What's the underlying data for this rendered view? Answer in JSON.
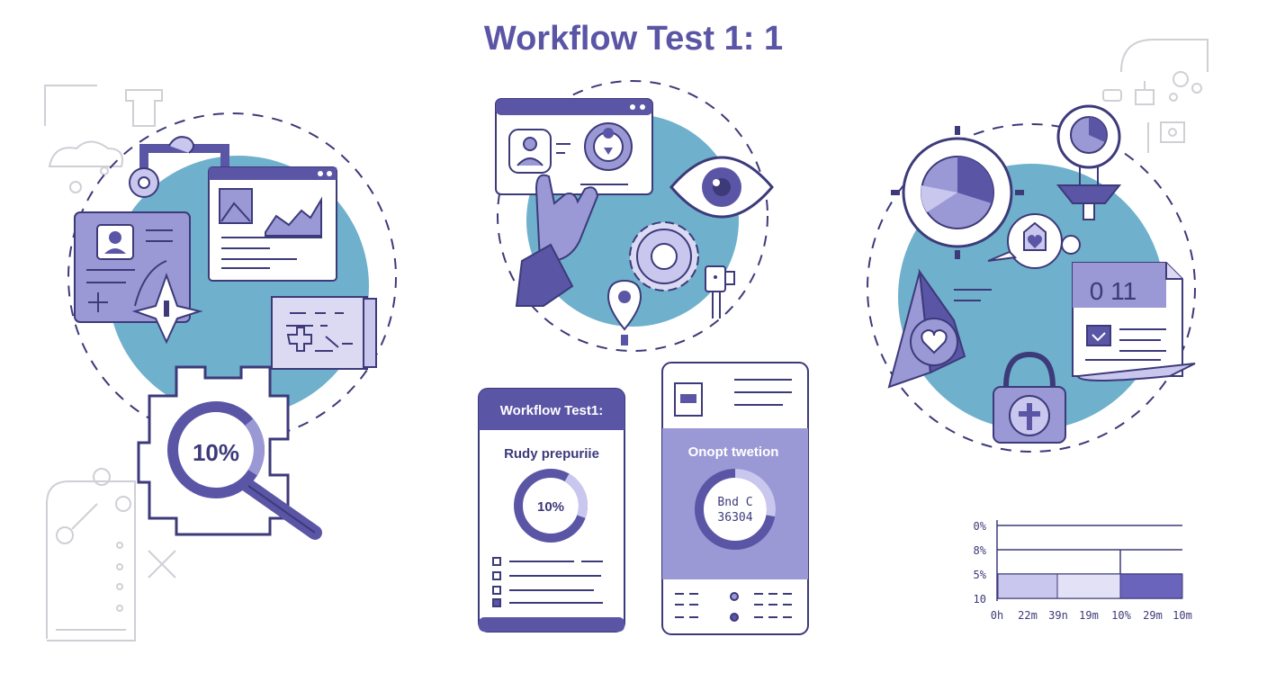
{
  "page": {
    "title": "Workflow Test 1: 1"
  },
  "left_cluster": {
    "magnifier_percent": "10%"
  },
  "phone_card_left": {
    "header": "Workflow Test1:",
    "subtitle": "Rudy prepuriie",
    "donut_label": "10%"
  },
  "phone_card_right": {
    "band_title": "Onopt twetion",
    "donut_line1": "Bnd C",
    "donut_line2": "36304"
  },
  "right_cluster": {
    "calendar_number": "0 11"
  },
  "mini_chart": {
    "y_ticks": [
      "0%",
      "8%",
      "5%",
      "10"
    ],
    "x_ticks": [
      "0h",
      "22m",
      "39n",
      "19m",
      "10%",
      "29m",
      "10m"
    ]
  },
  "colors": {
    "accent": "#5b55a6",
    "accent_light": "#9b98d6",
    "accent_pale": "#c9c7ee",
    "teal": "#6fb0cc",
    "line": "#3d3a7a"
  }
}
